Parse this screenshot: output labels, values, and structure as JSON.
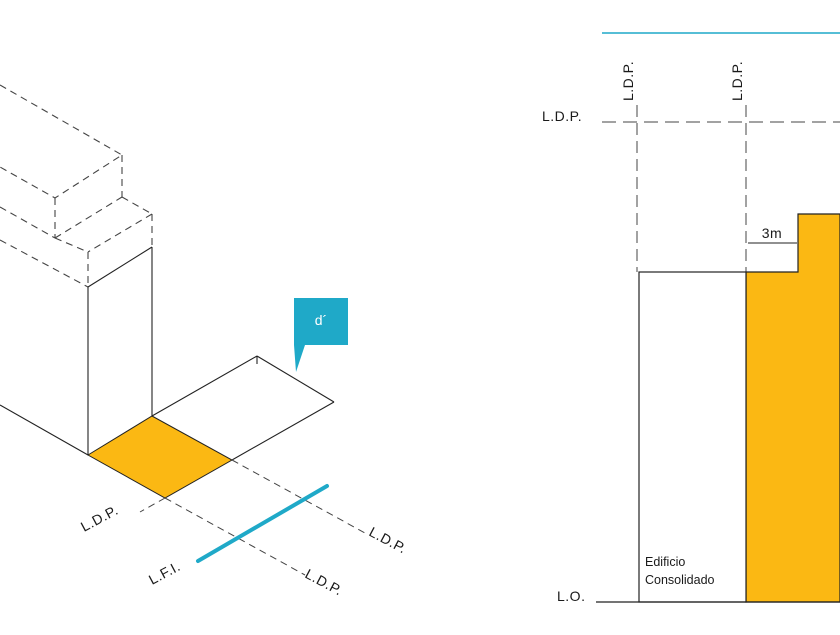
{
  "colors": {
    "orange": "#FBB813",
    "teal": "#1FA9C8",
    "line": "#222222",
    "dash": "#444444"
  },
  "axonometric": {
    "tag": "d´",
    "label_ldp_left": "L.D.P.",
    "label_ldp_right": "L.D.P.",
    "label_ldp_bottom": "L.D.P.",
    "label_lfi": "L.F.I."
  },
  "elevation": {
    "label_ldp_vertical_1": "L.D.P.",
    "label_ldp_vertical_2": "L.D.P.",
    "label_ldp_horizontal": "L.D.P.",
    "label_lo": "L.O.",
    "setback": "3m",
    "building_line1": "Edificio",
    "building_line2": "Consolidado"
  }
}
